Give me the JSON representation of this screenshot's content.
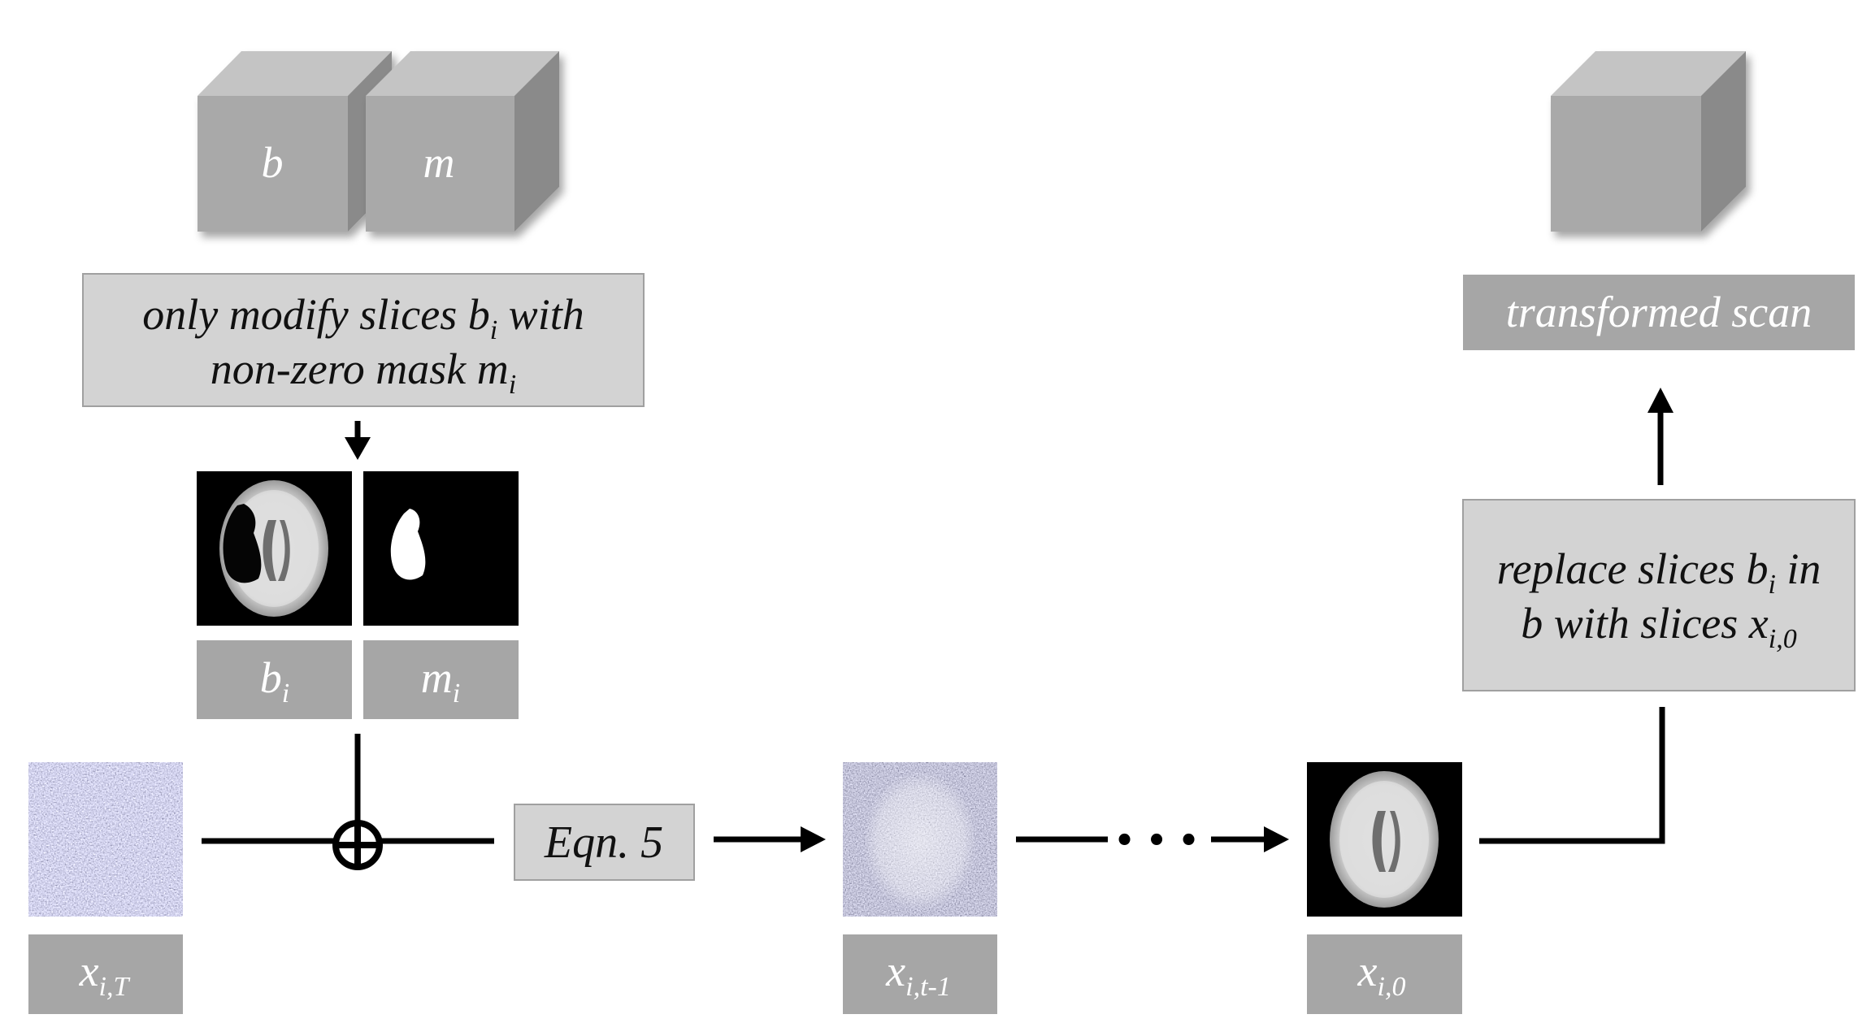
{
  "cubes": {
    "b_label": "b",
    "m_label": "m"
  },
  "note_modify": {
    "line1_main": "only modify slices b",
    "line1_sub": "i",
    "line1_end": " with",
    "line2_main": "non-zero mask m",
    "line2_sub": "i"
  },
  "slice_labels": {
    "b_main": "b",
    "b_sub": "i",
    "m_main": "m",
    "m_sub": "i"
  },
  "noise_label": {
    "main": "x",
    "sub": "i,T"
  },
  "eqn_label": "Eqn. 5",
  "step_label": {
    "main": "x",
    "sub": "i,t-1"
  },
  "final_label": {
    "main": "x",
    "sub": "i,0"
  },
  "ellipsis": "• • •",
  "replace_note": {
    "line1_main": "replace slices b",
    "line1_sub": "i",
    "line1_end": " in",
    "line2_main": "b with slices x",
    "line2_sub": "i,0"
  },
  "output_label": "transformed scan",
  "colors": {
    "box_light": "#d3d3d3",
    "box_dark": "#a6a6a6",
    "cube_front": "#a9a9a9",
    "cube_top": "#c4c4c4",
    "cube_side": "#8a8a8a",
    "arrow": "#000000"
  }
}
